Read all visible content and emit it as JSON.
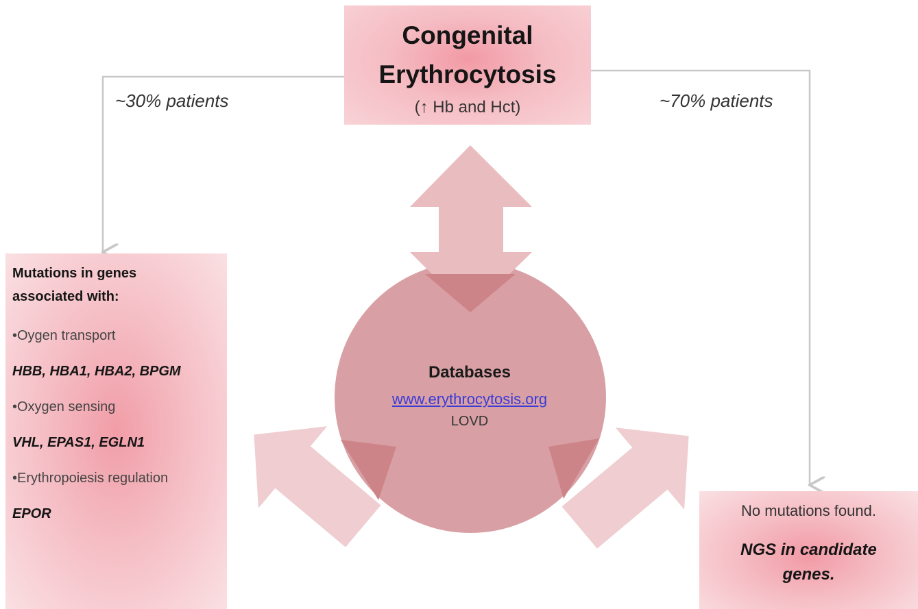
{
  "top": {
    "title_line1": "Congenital",
    "title_line2": "Erythrocytosis",
    "subtitle": "(↑ Hb and Hct)"
  },
  "branches": {
    "left_label": "~30% patients",
    "right_label": "~70% patients"
  },
  "left_box": {
    "heading_line1": "Mutations in genes",
    "heading_line2": "associated with:",
    "groups": [
      {
        "bullet": "•Oygen transport",
        "genes": "HBB, HBA1, HBA2, BPGM"
      },
      {
        "bullet": "•Oxygen sensing",
        "genes": "VHL, EPAS1, EGLN1"
      },
      {
        "bullet": "•Erythropoiesis regulation",
        "genes": "EPOR"
      }
    ]
  },
  "right_box": {
    "status": "No mutations found.",
    "action_line1": "NGS in candidate",
    "action_line2": "genes."
  },
  "center": {
    "title": "Databases",
    "link": "www.erythrocytosis.org",
    "extra": "LOVD"
  },
  "colors": {
    "circle_fill": "#d8a0a4",
    "arrow_fill": "#e9bcc0",
    "overlap_fill": "#cd8489",
    "connector": "#c8c8c8",
    "link": "#3b3bd6"
  }
}
